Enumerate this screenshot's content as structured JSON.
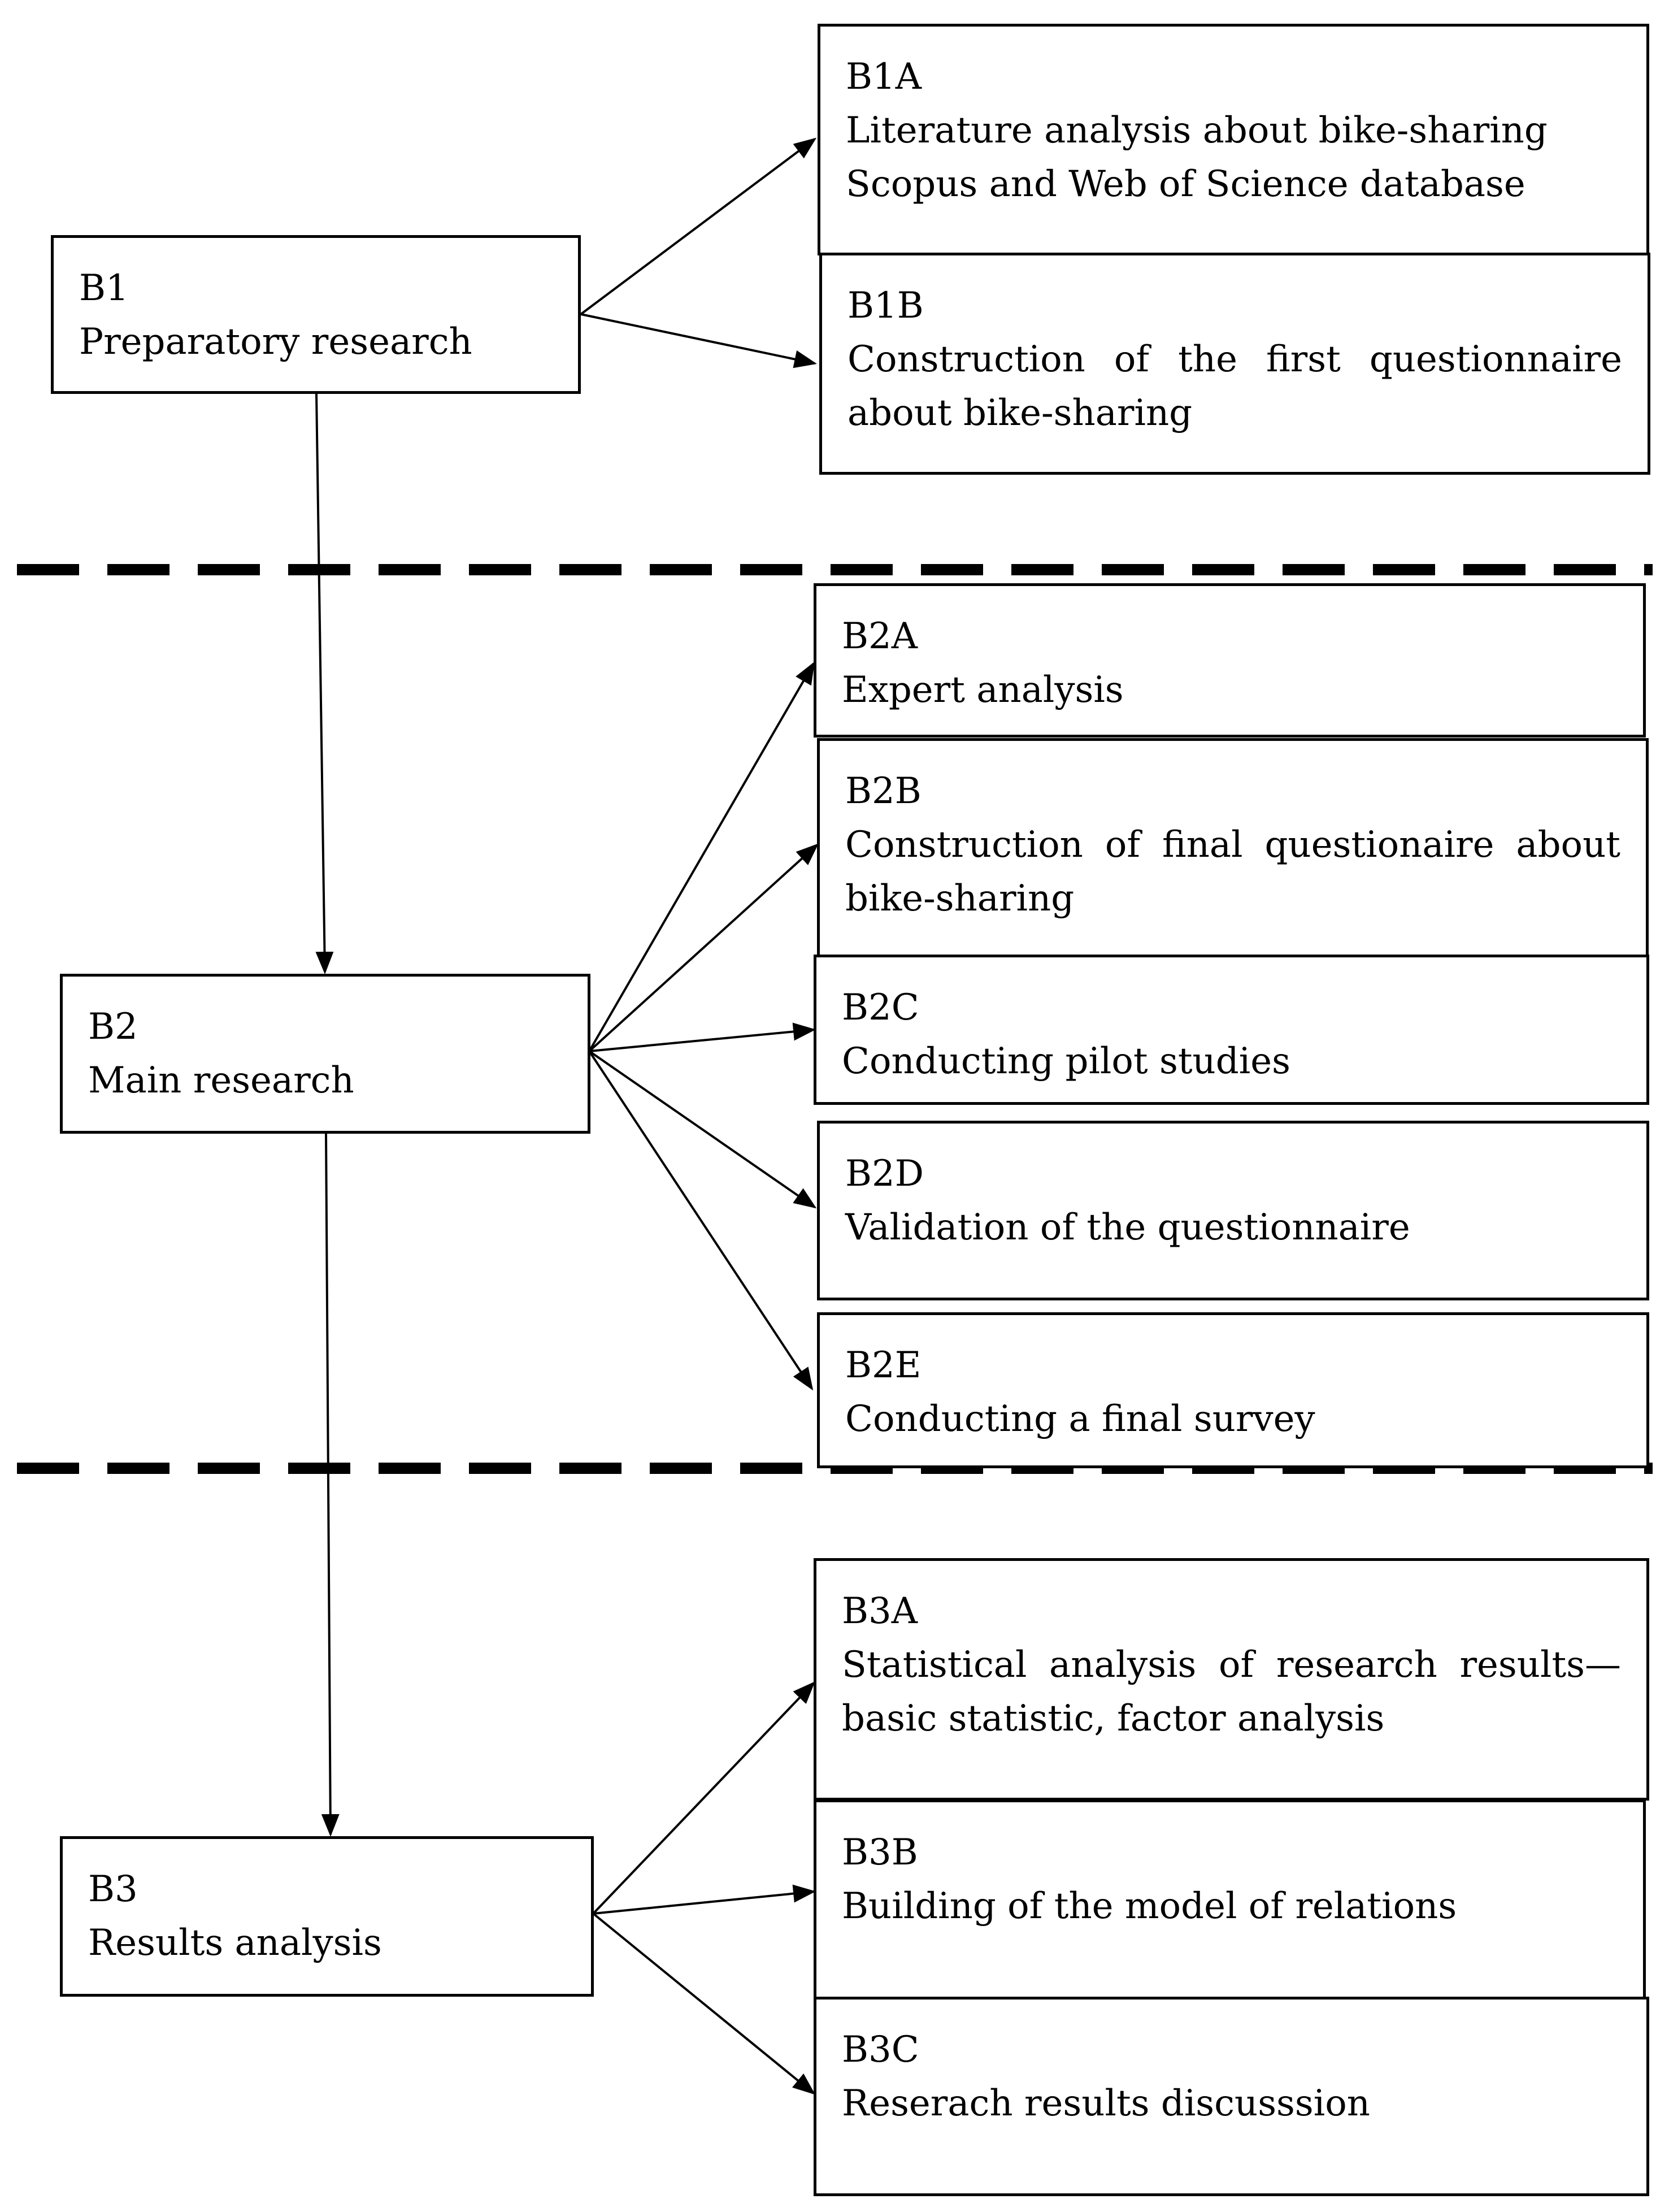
{
  "sections": [
    {
      "code": "B1",
      "title": "Preparatory research",
      "steps": [
        {
          "code": "B1A",
          "lines": [
            "Literature analysis about bike-sharing",
            "Scopus and Web of Science database"
          ]
        },
        {
          "code": "B1B",
          "text": "Construction of the first questionnaire about bike-sharing"
        }
      ]
    },
    {
      "code": "B2",
      "title": "Main research",
      "steps": [
        {
          "code": "B2A",
          "lines": [
            "Expert analysis"
          ]
        },
        {
          "code": "B2B",
          "text": "Construction of final questionaire about bike-sharing"
        },
        {
          "code": "B2C",
          "lines": [
            "Conducting pilot studies"
          ]
        },
        {
          "code": "B2D",
          "lines": [
            "Validation of the questionnaire"
          ]
        },
        {
          "code": "B2E",
          "lines": [
            "Conducting a final survey"
          ]
        }
      ]
    },
    {
      "code": "B3",
      "title": "Results analysis",
      "steps": [
        {
          "code": "B3A",
          "text": "Statistical analysis of research results—basic statistic, factor analysis"
        },
        {
          "code": "B3B",
          "lines": [
            "Building of the model of relations"
          ]
        },
        {
          "code": "B3C",
          "lines": [
            "Reserach results discusssion"
          ]
        }
      ]
    }
  ]
}
